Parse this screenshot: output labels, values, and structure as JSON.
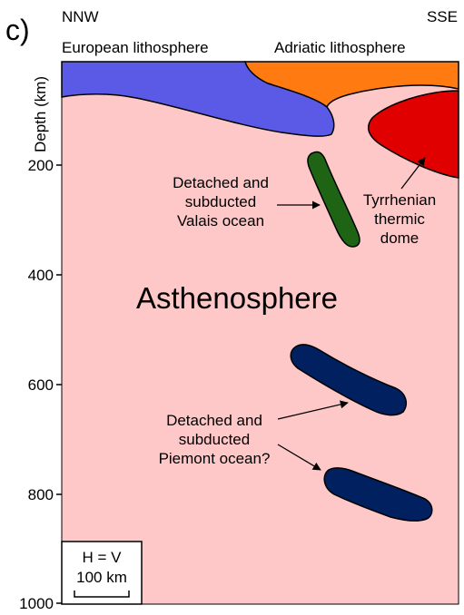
{
  "panel_label": "c)",
  "direction": {
    "left": "NNW",
    "right": "SSE"
  },
  "plates": {
    "european": "European lithosphere",
    "adriatic": "Adriatic lithosphere"
  },
  "axis": {
    "label": "Depth (km)",
    "ticks": [
      "200",
      "400",
      "600",
      "800",
      "1000"
    ]
  },
  "annotations": {
    "asthenosphere": "Asthenosphere",
    "valais": [
      "Detached and",
      "subducted",
      "Valais ocean"
    ],
    "tyrrhenian": [
      "Tyrrhenian",
      "thermic",
      "dome"
    ],
    "piemont": [
      "Detached and",
      "subducted",
      "Piemont ocean?"
    ]
  },
  "scale": {
    "ratio": "H = V",
    "length": "100 km"
  },
  "colors": {
    "asthenosphere": "#ffc8c8",
    "european_lithosphere": "#5a5ae6",
    "adriatic_lithosphere": "#ff7a10",
    "tyrrhenian_dome": "#e00000",
    "valais_slab": "#1e6414",
    "piemont_slab": "#002060"
  }
}
